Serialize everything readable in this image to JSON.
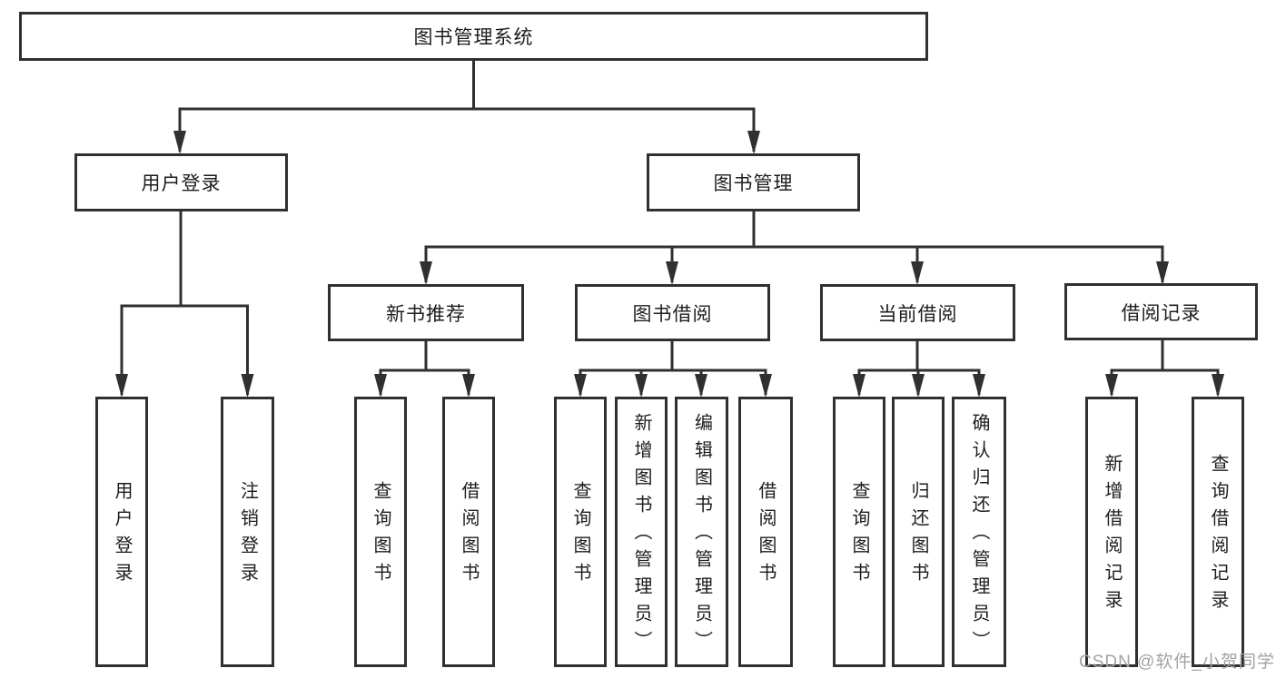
{
  "diagram": {
    "root": {
      "label": "图书管理系统"
    },
    "level2": [
      {
        "label": "用户登录"
      },
      {
        "label": "图书管理"
      }
    ],
    "level3": [
      {
        "label": "新书推荐"
      },
      {
        "label": "图书借阅"
      },
      {
        "label": "当前借阅"
      },
      {
        "label": "借阅记录"
      }
    ],
    "leaves": {
      "user_login": [
        "用户登录",
        "注销登录"
      ],
      "new_book_recommend": [
        "查询图书",
        "借阅图书"
      ],
      "book_borrow": [
        "查询图书",
        "新增图书（管理员）",
        "编辑图书（管理员）",
        "借阅图书"
      ],
      "current_borrow": [
        "查询图书",
        "归还图书",
        "确认归还（管理员）"
      ],
      "borrow_records": [
        "新增借阅记录",
        "查询借阅记录"
      ]
    }
  },
  "watermark": {
    "text": "CSDN @软件_小贺同学"
  },
  "colors": {
    "line": "#303030",
    "box_border": "#303030",
    "text": "#1d1d1f",
    "watermark": "#a3a3a3",
    "background": "#ffffff"
  }
}
